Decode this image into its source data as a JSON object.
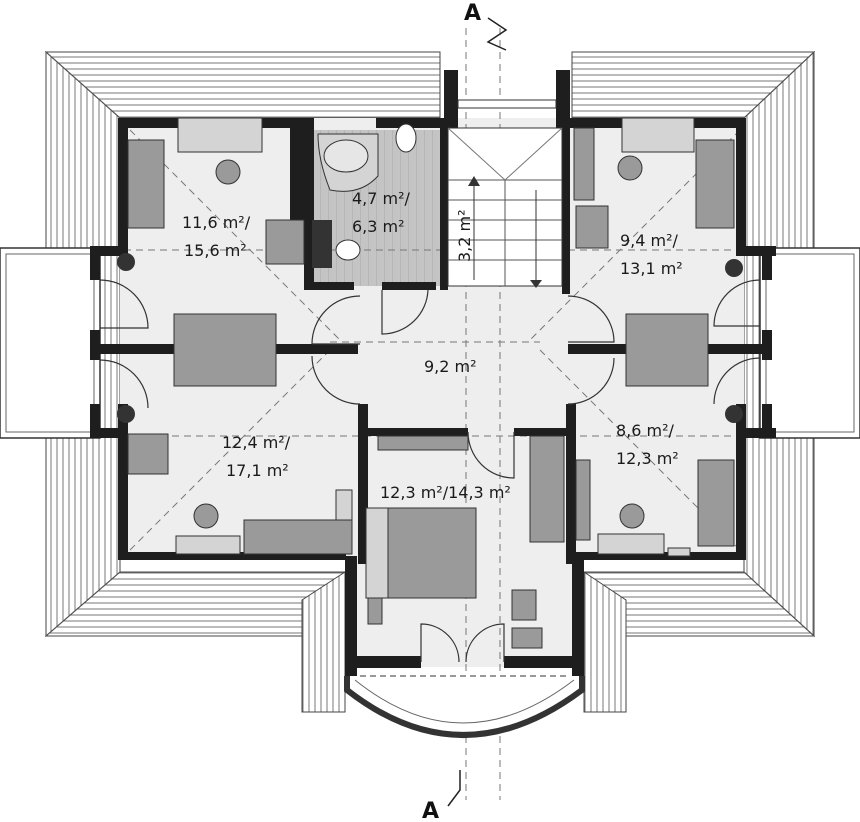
{
  "plan": {
    "section_marks": {
      "top": "A",
      "bottom": "A"
    },
    "rooms": [
      {
        "id": "room-nw",
        "area_1": "11,6 m²/",
        "area_2": "15,6 m²"
      },
      {
        "id": "bathroom",
        "area_1": "4,7 m²/",
        "area_2": "6,3 m²"
      },
      {
        "id": "stair",
        "area_1": "3,2 m²"
      },
      {
        "id": "room-ne",
        "area_1": "9,4 m²/",
        "area_2": "13,1 m²"
      },
      {
        "id": "hall",
        "area_1": "9,2 m²"
      },
      {
        "id": "room-sw",
        "area_1": "12,4 m²/",
        "area_2": "17,1 m²"
      },
      {
        "id": "room-se",
        "area_1": "8,6 m²/",
        "area_2": "12,3 m²"
      },
      {
        "id": "bedroom",
        "area_1": "12,3 m²/14,3 m²"
      }
    ]
  },
  "colors": {
    "wall": "#1e1e1e",
    "floor": "#eeeeee",
    "tiles": "#bdbdbd",
    "furniture": "#9a9a9a"
  }
}
